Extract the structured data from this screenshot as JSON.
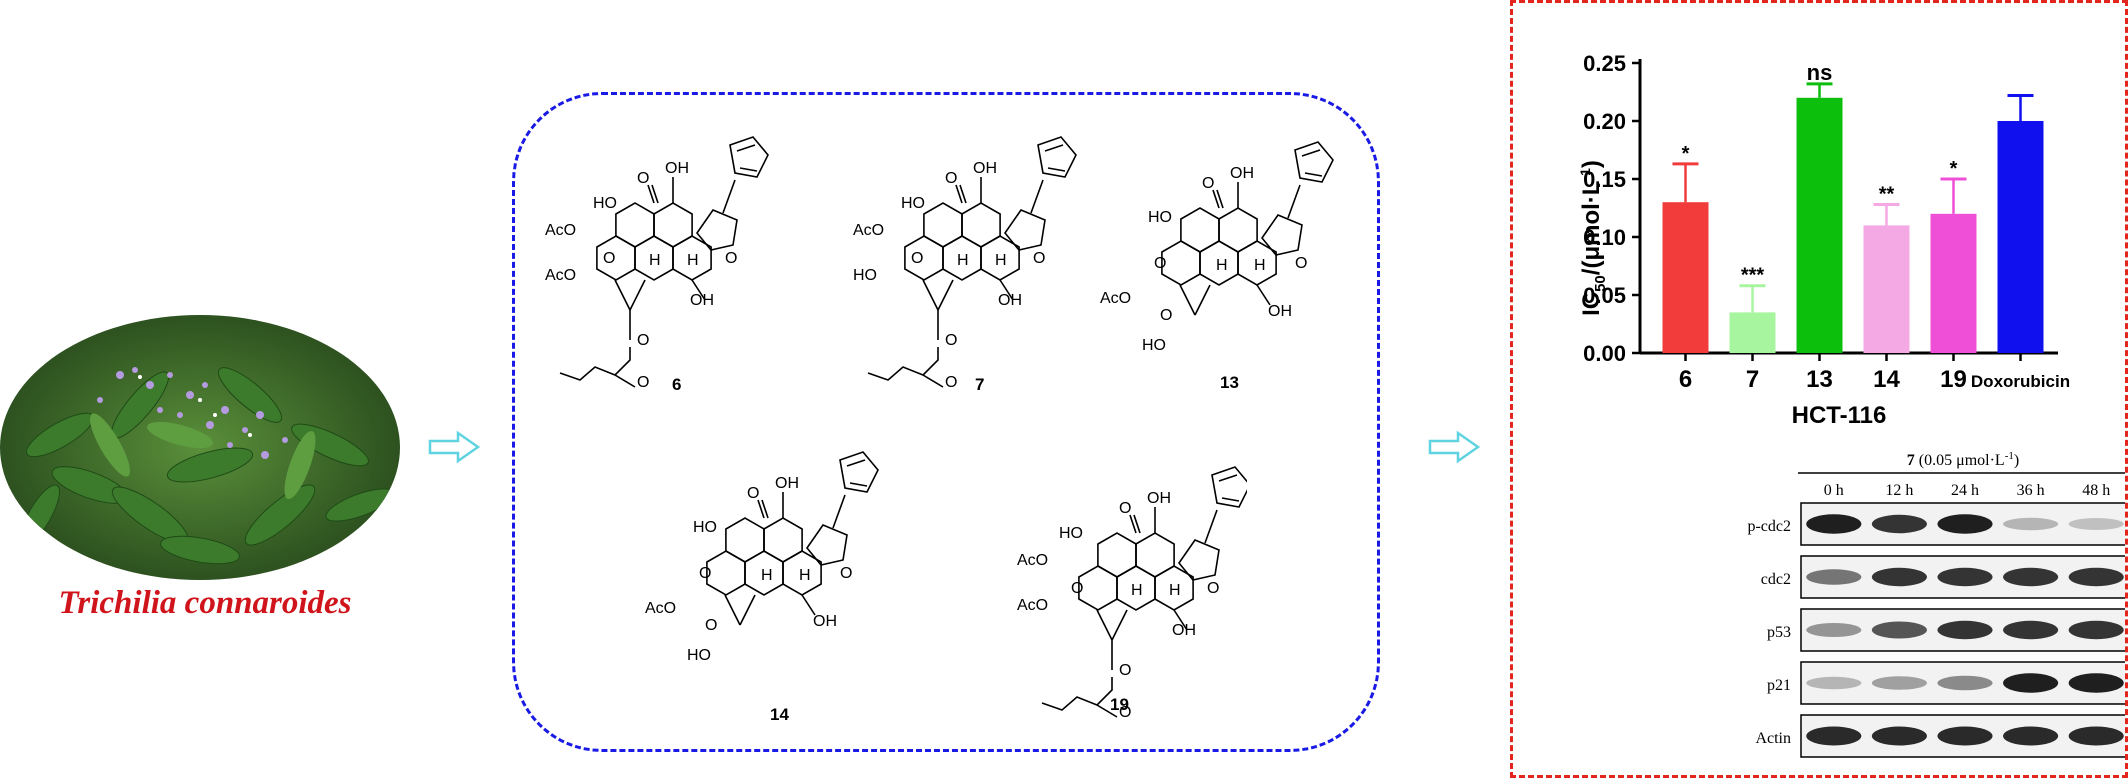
{
  "plant": {
    "name": "Trichilia connaroides"
  },
  "compounds": [
    {
      "id": "6",
      "groups": [
        "OH",
        "O",
        "AcO",
        "HO",
        "O",
        "AcO",
        "H",
        "H",
        "O",
        "OH",
        "O",
        "O"
      ]
    },
    {
      "id": "7",
      "groups": [
        "OH",
        "O",
        "AcO",
        "HO",
        "O",
        "HO",
        "H",
        "H",
        "O",
        "OH",
        "O",
        "O"
      ]
    },
    {
      "id": "13",
      "groups": [
        "OH",
        "O",
        "HO",
        "AcO",
        "O",
        "H",
        "H",
        "OH",
        "O",
        "HO",
        "O"
      ]
    },
    {
      "id": "14",
      "groups": [
        "OH",
        "O",
        "HO",
        "AcO",
        "O",
        "H",
        "H",
        "OH",
        "O",
        "HO",
        "O"
      ]
    },
    {
      "id": "19",
      "groups": [
        "OH",
        "O",
        "HO",
        "AcO",
        "O",
        "AcO",
        "H",
        "H",
        "O",
        "OH",
        "O",
        "O"
      ]
    }
  ],
  "chart_data": {
    "type": "bar",
    "xlabel": "HCT-116",
    "ylabel": "IC50/(μmol·L-1)",
    "ylabel_main": "IC",
    "ylabel_sub": "50",
    "ylabel_rest": "/(μmol·L",
    "ylabel_sup": "-1",
    "ylabel_close": ")",
    "ylim": [
      0,
      0.25
    ],
    "yticks": [
      "0.00",
      "0.05",
      "0.10",
      "0.15",
      "0.20",
      "0.25"
    ],
    "categories": [
      "6",
      "7",
      "13",
      "14",
      "19",
      "Doxorubicin"
    ],
    "values": [
      0.13,
      0.035,
      0.22,
      0.11,
      0.12,
      0.2
    ],
    "errors": [
      0.033,
      0.023,
      0.012,
      0.018,
      0.03,
      0.022
    ],
    "significance": [
      "*",
      "***",
      "ns",
      "**",
      "*",
      ""
    ],
    "colors": [
      "#f23c3c",
      "#a8f5a0",
      "#0dbf0d",
      "#f4a8e4",
      "#ef4fd6",
      "#1010ee"
    ],
    "grid": false,
    "legend": "none"
  },
  "western_blot": {
    "compound": "7",
    "concentration": "(0.05 μmol·L",
    "concentration_sup": "-1",
    "concentration_close": ")",
    "timepoints": [
      "0 h",
      "12 h",
      "24 h",
      "36 h",
      "48 h"
    ],
    "proteins": [
      "p-cdc2",
      "cdc2",
      "p53",
      "p21",
      "Actin"
    ],
    "intensities": [
      [
        0.95,
        0.85,
        0.95,
        0.25,
        0.2
      ],
      [
        0.55,
        0.85,
        0.85,
        0.85,
        0.85
      ],
      [
        0.4,
        0.7,
        0.85,
        0.85,
        0.85
      ],
      [
        0.25,
        0.35,
        0.45,
        0.95,
        0.95
      ],
      [
        0.9,
        0.9,
        0.9,
        0.9,
        0.9
      ]
    ]
  },
  "colors": {
    "panel_blue": "#1a1ae6",
    "panel_red": "#e3261d",
    "plant_name": "#d0141b",
    "arrow": "#5fd3e0"
  }
}
